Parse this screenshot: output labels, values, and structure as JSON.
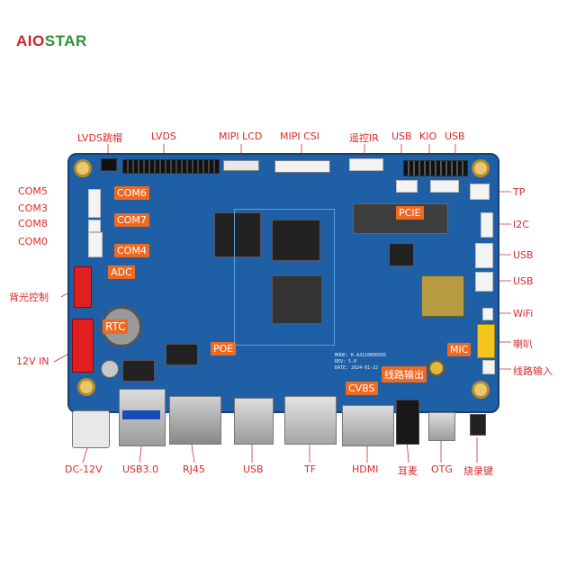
{
  "brand": {
    "logo": "AIOSTAR",
    "logo_mark": "AIO",
    "logo_rest": "STAR"
  },
  "labels": {
    "lvds_cap": "LVDS跳帽",
    "lvds": "LVDS",
    "mipi_lcd": "MIPI LCD",
    "mipi_csi": "MIPI CSI",
    "ir": "遥控IR",
    "usb_top1": "USB",
    "kio": "KIO",
    "usb_top2": "USB",
    "com5": "COM5",
    "com3": "COM3",
    "com8": "COM8",
    "com0": "COM0",
    "backlight": "背光控制",
    "power_in": "12V IN",
    "dc": "DC-12V",
    "usb30": "USB3.0",
    "rj45": "RJ45",
    "usb_bottom": "USB",
    "tf": "TF",
    "hdmi": "HDMI",
    "earphone": "耳麦",
    "otg": "OTG",
    "burn_key": "烧录键",
    "tp": "TP",
    "i2c": "I2C",
    "usb_right1": "USB",
    "usb_right2": "USB",
    "wifi": "WiFi",
    "speaker": "喇叭",
    "line_in": "线路输入"
  },
  "tags": {
    "com6": "COM6",
    "com7": "COM7",
    "com4": "COM4",
    "adc": "ADC",
    "rtc": "RTC",
    "poe": "POE",
    "pcie": "PCIE",
    "mic": "MIC",
    "cvbs": "CVBS",
    "line_out": "线路输出"
  },
  "silkscreen": {
    "model": "MODE: K-A3110B9050S",
    "rev": "REV: 5.0",
    "date": "DATE: 2024-01-22"
  },
  "colors": {
    "label_red": "#d82b2b",
    "tag_orange": "#ee6a22",
    "pcb_blue": "#1f5fa6",
    "logo_green": "#2d8f3a",
    "logo_red": "#d4202a"
  }
}
